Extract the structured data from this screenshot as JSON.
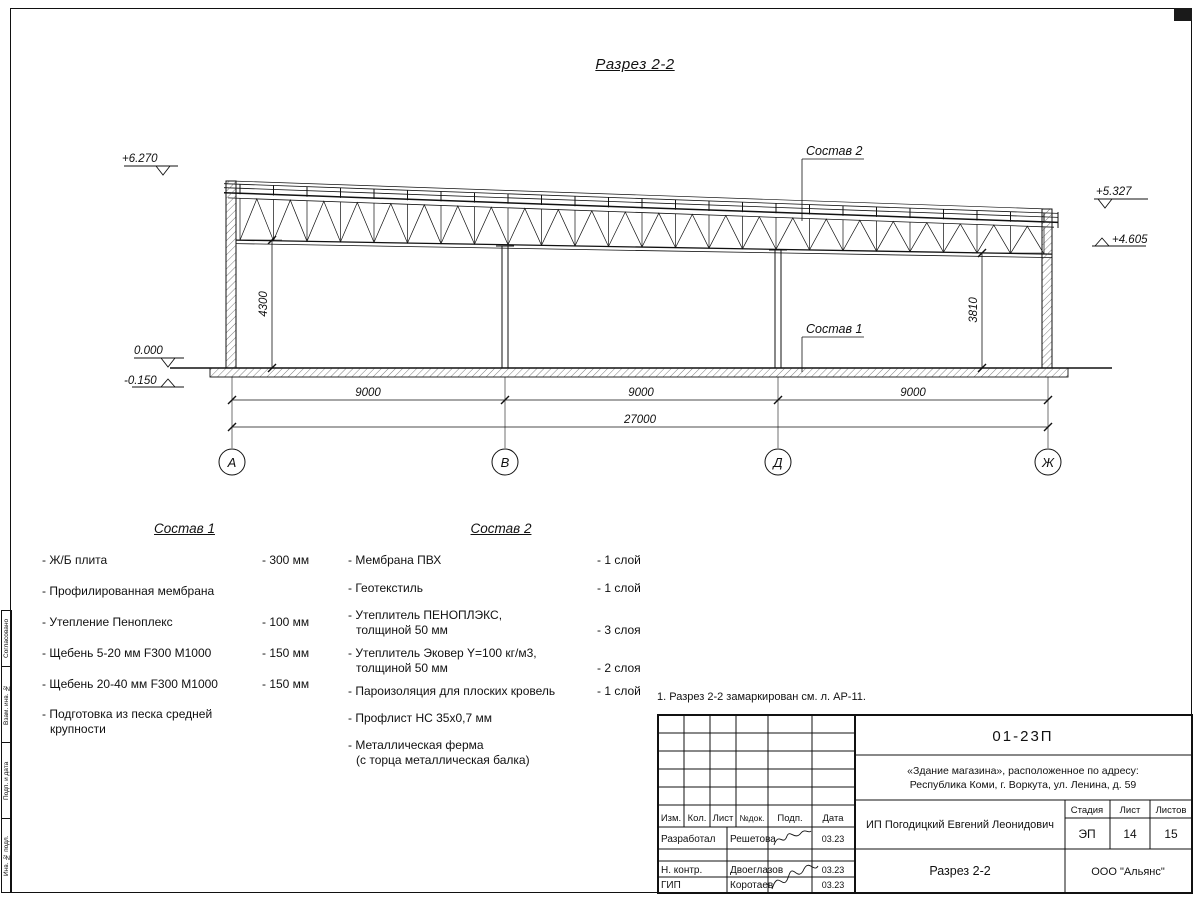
{
  "page": {
    "title": "Разрез 2-2"
  },
  "drawing": {
    "elevations": {
      "left_top": "+6.270",
      "zero": "0.000",
      "minus": "-0.150",
      "right_top": "+5.327",
      "right_low": "+4.605"
    },
    "labels": {
      "sostav1": "Состав 1",
      "sostav2": "Состав 2"
    },
    "dims": {
      "h_left": "4300",
      "h_right": "3810",
      "bays": [
        "9000",
        "9000",
        "9000"
      ],
      "total": "27000"
    },
    "axes": [
      "А",
      "В",
      "Д",
      "Ж"
    ]
  },
  "sostav1": {
    "heading": "Состав 1",
    "items": [
      {
        "label": "- Ж/Б плита",
        "value": "- 300 мм"
      },
      {
        "label": "- Профилированная мембрана",
        "value": ""
      },
      {
        "label": "- Утепление Пеноплекс",
        "value": "- 100 мм"
      },
      {
        "label": "-  Щебень 5-20 мм F300 М1000",
        "value": "- 150 мм"
      },
      {
        "label": "-  Щебень 20-40 мм F300 М1000",
        "value": "- 150 мм"
      },
      {
        "label": "- Подготовка из песка средней",
        "label2": "крупности",
        "value": ""
      }
    ]
  },
  "sostav2": {
    "heading": "Состав 2",
    "items": [
      {
        "label": "- Мембрана ПВХ",
        "value": "- 1 слой"
      },
      {
        "label": "- Геотекстиль",
        "value": "- 1 слой"
      },
      {
        "label": "- Утеплитель ПЕНОПЛЭКС,",
        "label2": "толщиной 50 мм",
        "value": "- 3 слоя"
      },
      {
        "label": "- Утеплитель Эковер Y=100 кг/м3,",
        "label2": "толщиной 50 мм",
        "value": "- 2 слоя"
      },
      {
        "label": "- Пароизоляция для плоских кровель",
        "value": "- 1 слой"
      },
      {
        "label": "- Профлист НС 35х0,7 мм",
        "value": ""
      },
      {
        "label": "- Металлическая ферма",
        "label2": "(с торца металлическая балка)",
        "value": ""
      }
    ]
  },
  "note": "1. Разрез 2-2 замаркирован см. л. АР-11.",
  "titleblock": {
    "doc_number": "01-23П",
    "object_line1": "«Здание магазина», расположенное по адресу:",
    "object_line2": "Республика Коми, г. Воркута, ул. Ленина, д. 59",
    "cols": [
      "Изм.",
      "Кол.",
      "Лист",
      "№док.",
      "Подп.",
      "Дата"
    ],
    "rows": [
      {
        "role": "Разработал",
        "name": "Решетова",
        "date": "03.23"
      },
      {
        "role": "Н. контр.",
        "name": "Двоеглазов",
        "date": "03.23"
      },
      {
        "role": "ГИП",
        "name": "Коротаев",
        "date": "03.23"
      }
    ],
    "client": "ИП Погодицкий Евгений Леонидович",
    "stage_label": "Стадия",
    "sheet_label": "Лист",
    "sheets_label": "Листов",
    "stage": "ЭП",
    "sheet": "14",
    "sheets": "15",
    "drawing_name": "Разрез 2-2",
    "company": "ООО \"Альянс\""
  },
  "left_frame": {
    "items": [
      "Согласовано",
      "Взам. инв. №",
      "Подп. и дата",
      "Инв. № подл."
    ]
  }
}
